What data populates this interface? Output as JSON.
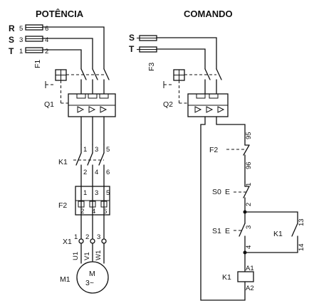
{
  "titles": {
    "power": "POTÊNCIA",
    "command": "COMANDO"
  },
  "power": {
    "phases": [
      "R",
      "S",
      "T"
    ],
    "fuse_terminals": [
      {
        "in": "5",
        "out": "6"
      },
      {
        "in": "3",
        "out": "4"
      },
      {
        "in": "1",
        "out": "2"
      }
    ],
    "fuse_label": "F1",
    "breaker_label": "Q1",
    "contactor_label": "K1",
    "contactor_top": [
      "1",
      "3",
      "5"
    ],
    "contactor_bottom": [
      "2",
      "4",
      "6"
    ],
    "relay_label": "F2",
    "relay_top": [
      "1",
      "3",
      "5"
    ],
    "relay_bottom": [
      "2",
      "4",
      "6"
    ],
    "terminal_label": "X1",
    "terminal_numbers": [
      "1",
      "2",
      "3"
    ],
    "motor_terminals": [
      "U1",
      "V1",
      "W1"
    ],
    "motor_label": "M1",
    "motor_symbol_top": "M",
    "motor_symbol_bottom": "3~"
  },
  "command": {
    "phases": [
      "S",
      "T"
    ],
    "fuse_label": "F3",
    "breaker_label": "Q2",
    "relay_contact_label": "F2",
    "relay_contact_top": "95",
    "relay_contact_bottom": "96",
    "stop_label": "S0",
    "stop_top": "1",
    "stop_bottom": "2",
    "start_label": "S1",
    "start_top": "3",
    "start_bottom": "4",
    "actuator_symbol": "E",
    "seal_label": "K1",
    "seal_top": "13",
    "seal_bottom": "14",
    "coil_label": "K1",
    "coil_top": "A1",
    "coil_bottom": "A2"
  }
}
